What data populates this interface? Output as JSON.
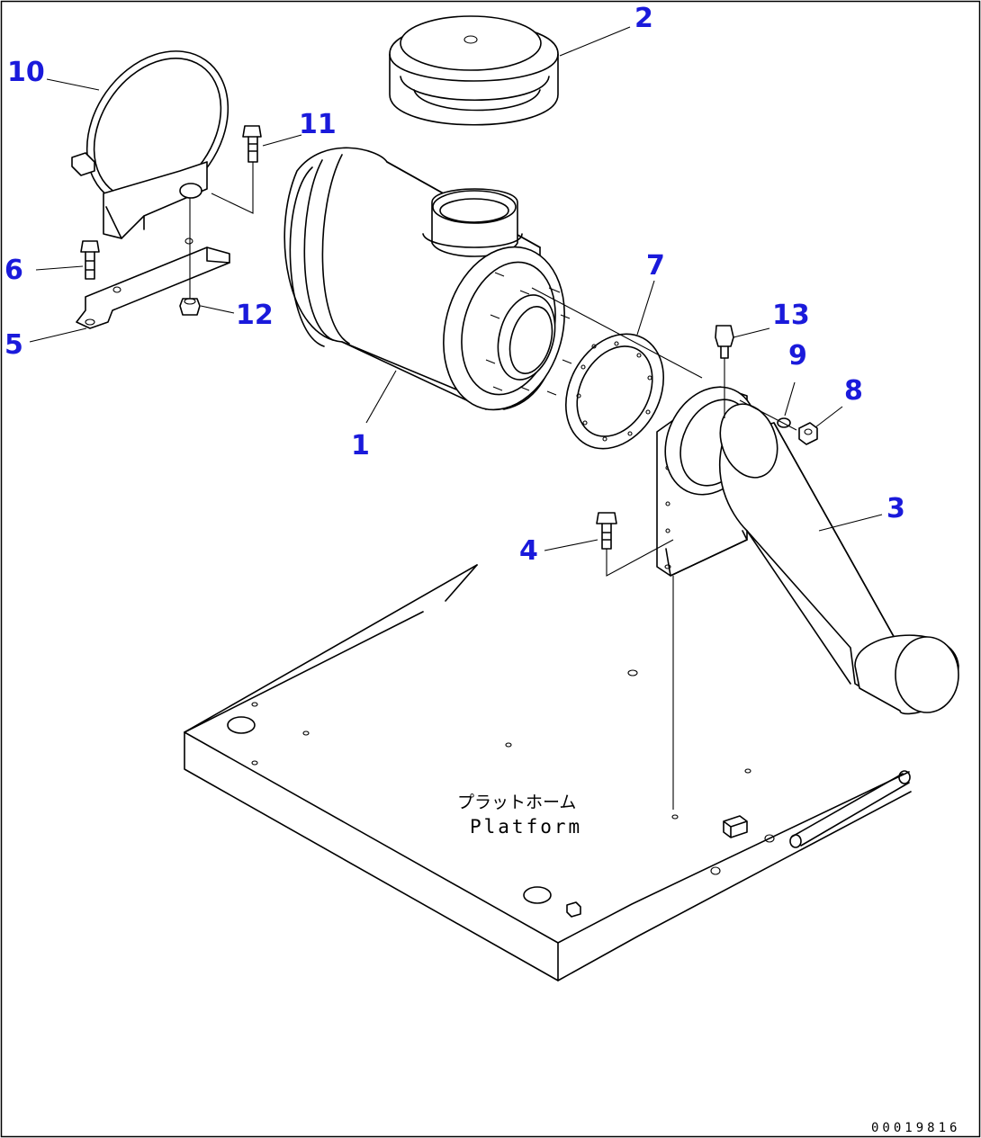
{
  "drawing": {
    "callout_color": "#1a1adb",
    "line_color": "#000000",
    "drawing_number": "00019816",
    "platform_label_jp": "プラットホーム",
    "platform_label_en": "Platform"
  },
  "callouts": [
    {
      "id": "1",
      "label": "1"
    },
    {
      "id": "2",
      "label": "2"
    },
    {
      "id": "3",
      "label": "3"
    },
    {
      "id": "4",
      "label": "4"
    },
    {
      "id": "5",
      "label": "5"
    },
    {
      "id": "6",
      "label": "6"
    },
    {
      "id": "7",
      "label": "7"
    },
    {
      "id": "8",
      "label": "8"
    },
    {
      "id": "9",
      "label": "9"
    },
    {
      "id": "10",
      "label": "10"
    },
    {
      "id": "11",
      "label": "11"
    },
    {
      "id": "12",
      "label": "12"
    },
    {
      "id": "13",
      "label": "13"
    }
  ]
}
